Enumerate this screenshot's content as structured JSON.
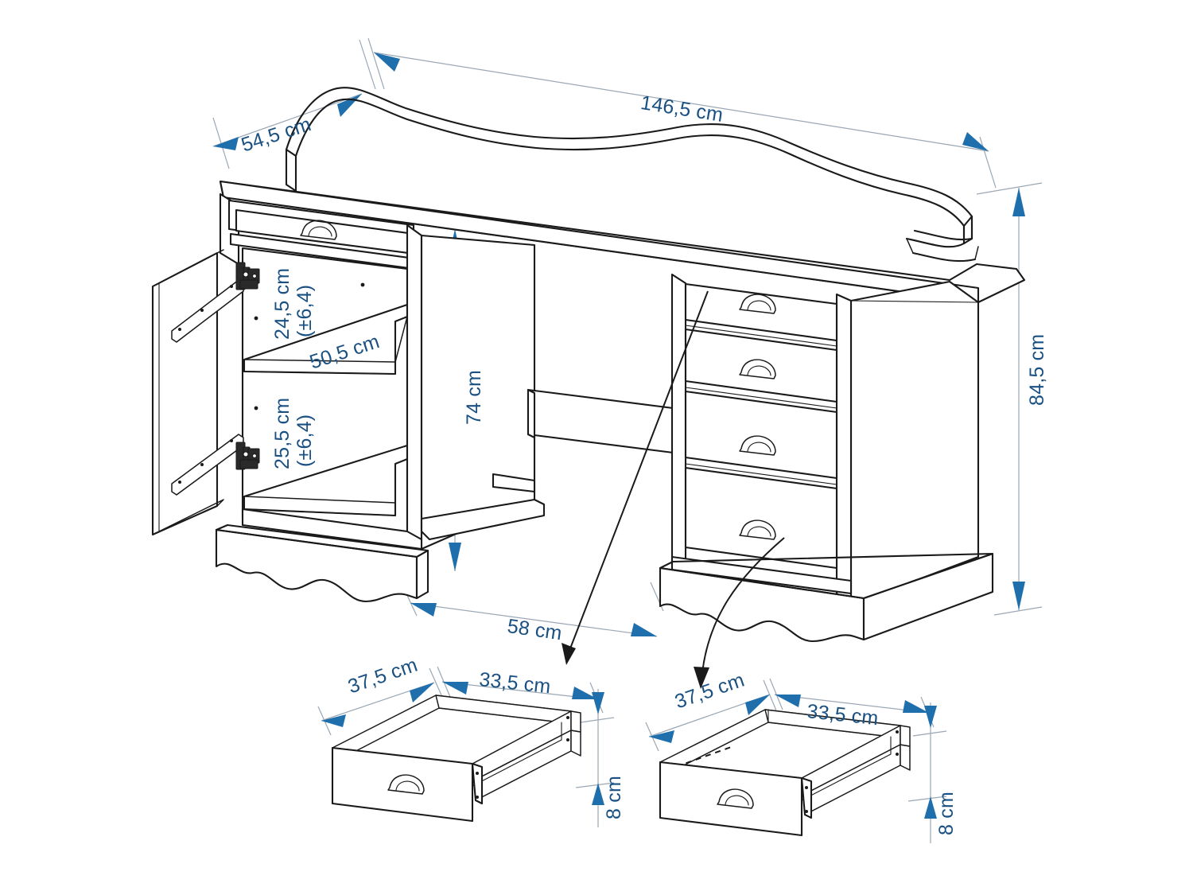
{
  "drawing": {
    "title": "Desk technical dimension drawing",
    "unit": "cm",
    "line_color": "#1a1a1a",
    "dimension_text_color": "#1a5182",
    "arrow_color": "#1f6fad",
    "dimension_line_color": "#9aa7b4",
    "background": "#ffffff"
  },
  "dimensions": {
    "depth_top": "54,5 cm",
    "width_top": "146,5 cm",
    "height_total": "84,5 cm",
    "height_desk_top": "74 cm",
    "shelf_upper_height": "24,5 cm",
    "shelf_upper_tol": "(±6,4)",
    "shelf_width": "50,5 cm",
    "shelf_lower_height": "25,5 cm",
    "shelf_lower_tol": "(±6,4)",
    "pedestal_width": "58 cm",
    "drawer_left_depth": "37,5 cm",
    "drawer_left_width": "33,5 cm",
    "drawer_left_height": "8 cm",
    "drawer_right_depth": "37,5 cm",
    "drawer_right_width": "33,5 cm",
    "drawer_right_height": "8 cm"
  },
  "chart_data": {
    "type": "table",
    "title": "Desk dimensions",
    "categories": [
      "Top width",
      "Top depth",
      "Total height",
      "Desk top height",
      "Upper compartment height",
      "Lower compartment height",
      "Shelf width",
      "Pedestal width",
      "Drawer depth",
      "Drawer width",
      "Drawer height"
    ],
    "values": [
      146.5,
      54.5,
      84.5,
      74,
      24.5,
      25.5,
      50.5,
      58,
      37.5,
      33.5,
      8
    ],
    "labels": [
      "146,5 cm",
      "54,5 cm",
      "84,5 cm",
      "74 cm",
      "24,5 cm (±6,4)",
      "25,5 cm (±6,4)",
      "50,5 cm",
      "58 cm",
      "37,5 cm",
      "33,5 cm",
      "8 cm"
    ],
    "xlabel": "",
    "ylabel": "cm"
  },
  "parts": {
    "top_panel": "desk-top",
    "back_gallery": "wavy-back-gallery",
    "top_drawer": "top-drawer",
    "cabinet_door": "left-cabinet-door",
    "shelf": "cabinet-shelf",
    "plinth": "wavy-plinth",
    "modesty_panel": "modesty-panel",
    "drawer_stack_count": 4,
    "handle_style": "cup-pull-handle",
    "hinge_count": 2,
    "detail_drawers": 2
  }
}
